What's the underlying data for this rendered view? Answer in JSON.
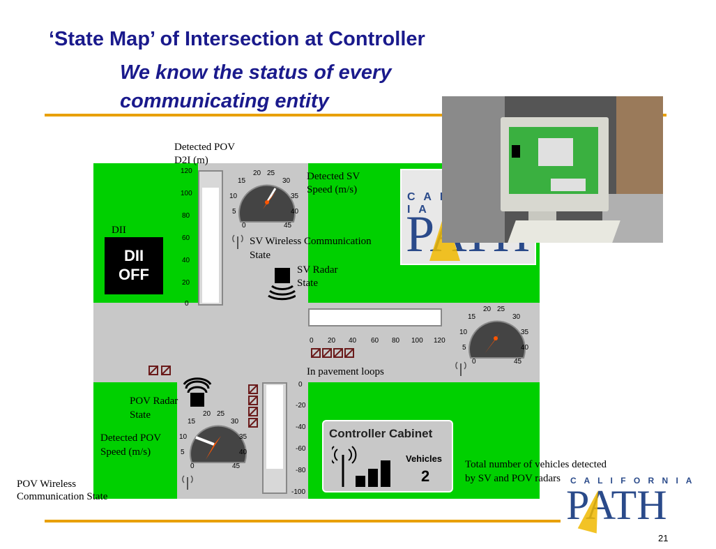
{
  "slide": {
    "title": "‘State Map’ of Intersection at Controller",
    "subtitle_line1": "We know the status of every",
    "subtitle_line2": "communicating entity",
    "page_number": "21"
  },
  "labels": {
    "detected_pov_d2i_1": "Detected POV",
    "detected_pov_d2i_2": "D2I (m)",
    "detected_sv_speed_1": "Detected SV",
    "detected_sv_speed_2": "Speed (m/s)",
    "dii_label": "DII",
    "dii_status_1": "DII",
    "dii_status_2": "OFF",
    "sv_wireless_1": "SV Wireless Communication",
    "sv_wireless_2": "State",
    "sv_radar_1": "SV Radar",
    "sv_radar_2": "State",
    "pavement_loops": "In pavement loops",
    "pov_radar_1": "POV Radar",
    "pov_radar_2": "State",
    "detected_pov_speed_1": "Detected POV",
    "detected_pov_speed_2": "Speed (m/s)",
    "pov_wireless_1": "POV Wireless",
    "pov_wireless_2": "Communication State",
    "total_vehicles_1": "Total number of vehicles detected",
    "total_vehicles_2": "by SV and POV radars"
  },
  "cabinet": {
    "title": "Controller Cabinet",
    "vehicles_label": "Vehicles",
    "vehicles_count": "2"
  },
  "d2i_bar": {
    "ticks": [
      "120",
      "100",
      "80",
      "60",
      "40",
      "20",
      "0"
    ],
    "fill_fraction": 0.88
  },
  "sv_horizontal_bar": {
    "ticks": [
      "0",
      "20",
      "40",
      "60",
      "80",
      "100",
      "120"
    ]
  },
  "pov_vertical_bar": {
    "ticks": [
      "0",
      "-20",
      "-40",
      "-60",
      "-80",
      "-100"
    ],
    "fill_fraction": 0.78
  },
  "gauge_ticks": [
    "0",
    "5",
    "10",
    "15",
    "20",
    "25",
    "30",
    "35",
    "40",
    "45"
  ],
  "logos": {
    "main_path": "PATH",
    "main_cal": "C A L I F O R N I A",
    "corner_path": "PATH",
    "corner_cal": "C A L I F O R N I A"
  },
  "colors": {
    "title": "#1a1a8c",
    "rule": "#e8a000",
    "green": "#00d000",
    "road": "#c8c8c8",
    "needle": "#ff5500",
    "path_blue": "#2a4a8a",
    "path_gold": "#f0b800"
  }
}
